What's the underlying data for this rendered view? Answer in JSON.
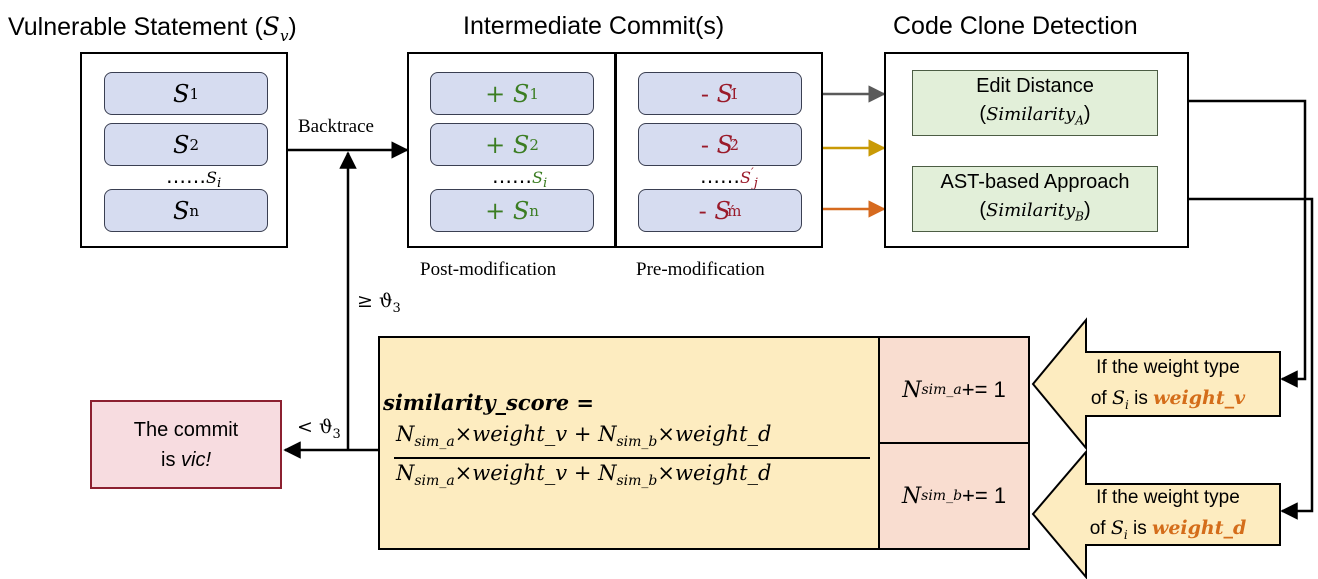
{
  "headers": {
    "vulnerable": "Vulnerable Statement",
    "vulnerable_sym": "S",
    "vulnerable_sub": "v",
    "intermediate": "Intermediate Commit(s)",
    "clone": "Code Clone Detection"
  },
  "vulnerable_statements": [
    {
      "sym": "S",
      "sub": "1"
    },
    {
      "sym": "S",
      "sub": "2"
    },
    {
      "sym": "S",
      "sub": "n"
    }
  ],
  "dots_left": {
    "dots": "……",
    "sym": "S",
    "sub": "i"
  },
  "post_mod": [
    {
      "sign": "+ ",
      "sym": "S",
      "sub": "1"
    },
    {
      "sign": "+ ",
      "sym": "S",
      "sub": "2"
    },
    {
      "sign": "+ ",
      "sym": "S",
      "sub": "n"
    }
  ],
  "dots_post": {
    "dots": "……",
    "sym": "S",
    "sub": "i"
  },
  "pre_mod": [
    {
      "sign": "- ",
      "sym": "S",
      "prime": "′",
      "sub": "1"
    },
    {
      "sign": "- ",
      "sym": "S",
      "prime": "′",
      "sub": "2"
    },
    {
      "sign": "- ",
      "sym": "S",
      "prime": "′",
      "sub": "m"
    }
  ],
  "dots_pre": {
    "dots": "……",
    "sym": "S",
    "prime": "′",
    "sub": "j"
  },
  "labels": {
    "backtrace": "Backtrace",
    "post_modification": "Post-modification",
    "pre_modification": "Pre-modification",
    "ge_theta": "≥ ϑ",
    "lt_theta": "< ϑ",
    "theta_sub": "3"
  },
  "clone_detection": {
    "edit_distance": "Edit Distance",
    "similarity_a": "Similarity",
    "similarity_a_sub": "A",
    "ast": "AST-based Approach",
    "similarity_b": "Similarity",
    "similarity_b_sub": "B"
  },
  "formula": {
    "lhs": "similarity_score",
    "eq": " =",
    "num_n": "N",
    "num_a_sub": "sim_a",
    "times_v": "×weight_v + ",
    "num_b_sub": "sim_b",
    "times_d": "×weight_d"
  },
  "counters": {
    "a_sym": "N",
    "a_sub": "sim_a",
    "a_inc": "+= 1",
    "b_sym": "N",
    "b_sub": "sim_b",
    "b_inc": "+= 1"
  },
  "conditions": {
    "line1": "If the weight type",
    "of": "of ",
    "sym": "S",
    "sub": "i",
    "is": " is ",
    "weight_v": "weight_v",
    "weight_d": "weight_d"
  },
  "result": {
    "line1": "The commit",
    "is": "is ",
    "vic": "vic!"
  },
  "colors": {
    "statement_fill": "#d6dcf0",
    "post_text": "#3b7d22",
    "pre_text": "#9a1a2a",
    "clone_fill": "#e2efd9",
    "formula_fill": "#fdecc0",
    "counter_fill": "#f9ddd0",
    "result_fill": "#f7dce0",
    "arrow_gray": "#5a5a5a",
    "arrow_gold": "#c99a06",
    "arrow_orange": "#d66a1f",
    "weight_text": "#d46d1a"
  }
}
